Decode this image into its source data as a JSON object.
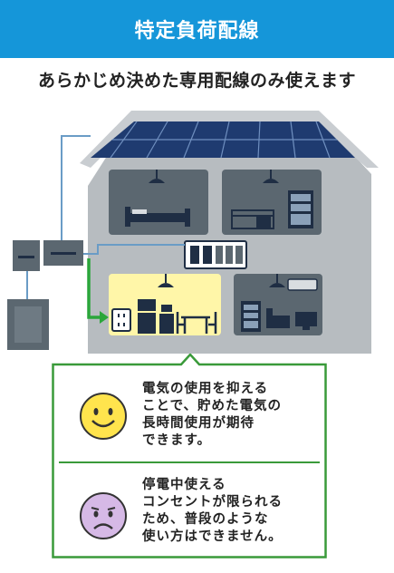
{
  "header": {
    "title": "特定負荷配線"
  },
  "subtitle": "あらかじめ決めた専用配線のみ使えます",
  "colors": {
    "header_bg": "#1596d9",
    "house_wall": "#b7bcc0",
    "room_dark": "#5b6770",
    "room_lit": "#fff6a8",
    "solar": "#1f3b70",
    "wire": "#6a9cc6",
    "arrow": "#2aa63a",
    "callout_border": "#3a9a3a",
    "happy_face": "#ffe44d",
    "sad_face": "#d6b9e6"
  },
  "callout": {
    "pros": "電気の使用を抑える\nことで、貯めた電気の\n長時間使用が期待\nできます。",
    "cons": "停電中使える\nコンセントが限られる\nため、普段のような\n使い方はできません。"
  },
  "icons": [
    "solar-panel-icon",
    "bed-icon",
    "desk-icon",
    "shelf-icon",
    "fridge-icon",
    "dining-table-icon",
    "sofa-icon",
    "tv-icon",
    "outlet-icon",
    "ceiling-lamp-icon",
    "breaker-panel-icon",
    "power-conditioner-icon",
    "battery-icon",
    "happy-face-icon",
    "sad-face-icon"
  ]
}
